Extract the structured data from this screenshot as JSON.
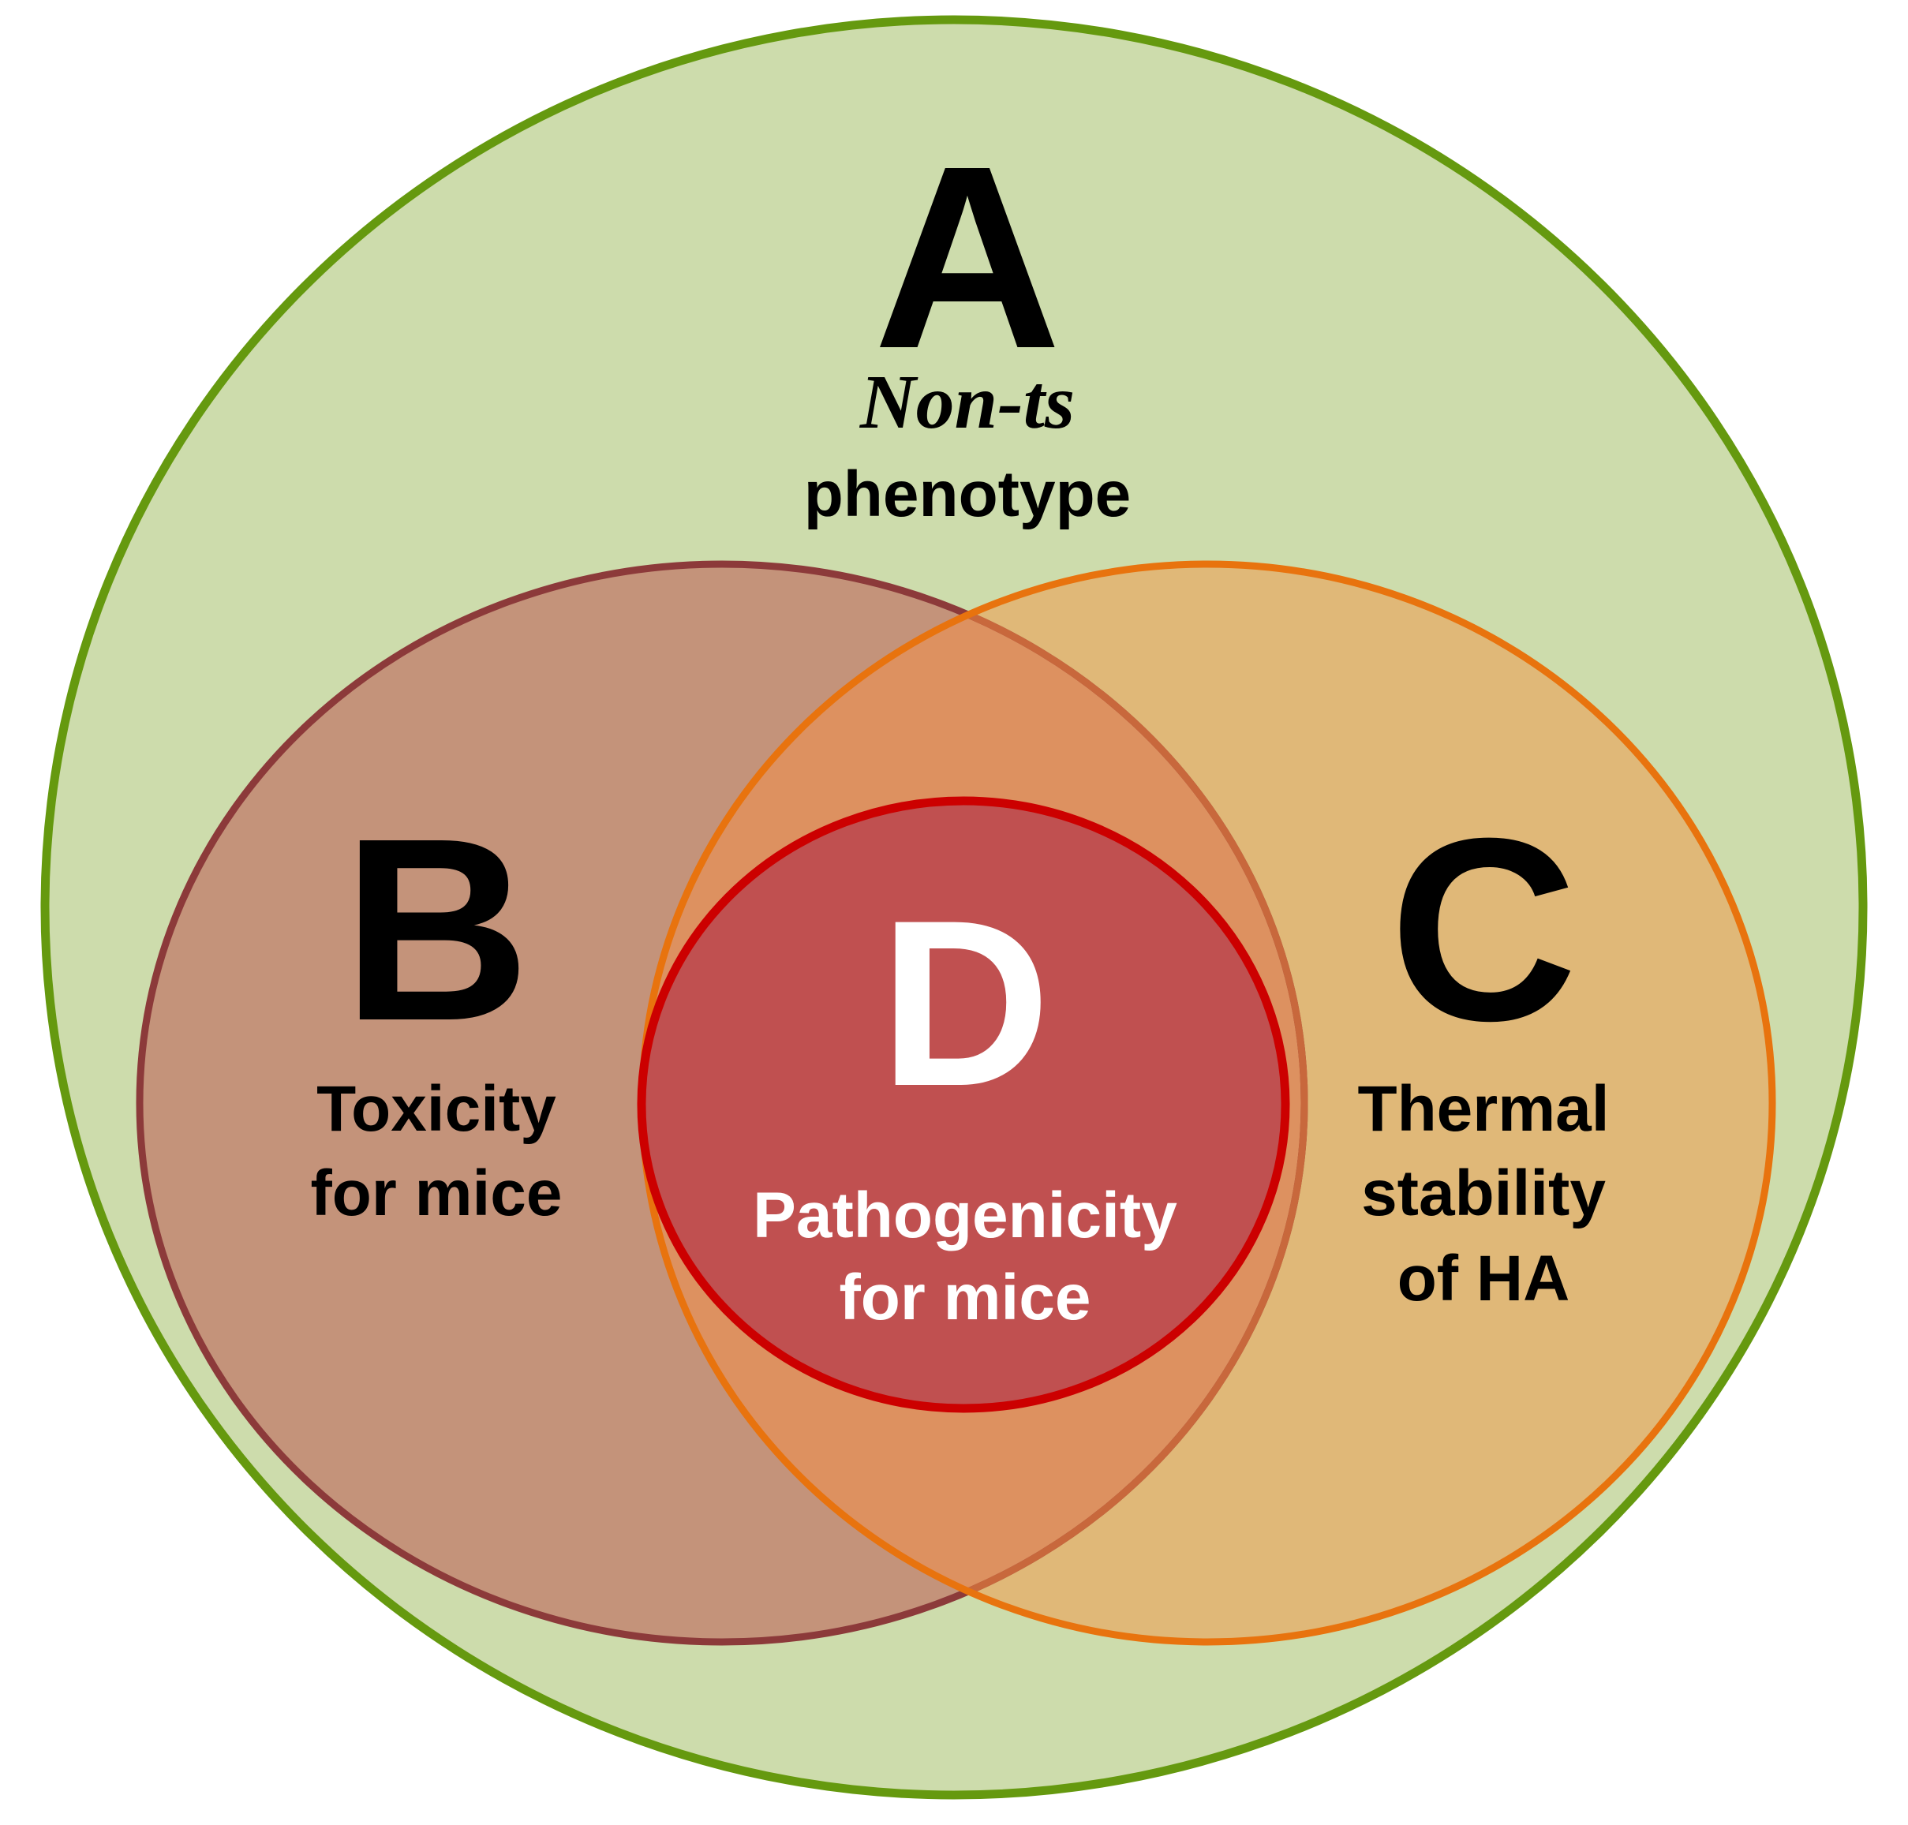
{
  "colors": {
    "set_a_fill": "#cddcac",
    "set_a_stroke": "#65990f",
    "set_b_fill": "#c4937a",
    "set_b_stroke": "#8c3a3a",
    "set_c_fill": "#e0b878",
    "set_c_stroke": "#e8730e",
    "set_d_fill": "#c05050",
    "set_d_stroke": "#cc0000",
    "overlap_bc_stroke": "#c8683c",
    "text_dark": "#000000",
    "text_light": "#ffffff"
  },
  "sets": {
    "a": {
      "letter": "A",
      "label_italic": "Non-ts",
      "label_line2": "phenotype"
    },
    "b": {
      "letter": "B",
      "label_line1": "Toxicity",
      "label_line2": "for mice"
    },
    "c": {
      "letter": "C",
      "label_line1": "Thermal",
      "label_line2": "stability",
      "label_line3": "of HA"
    },
    "d": {
      "letter": "D",
      "label_line1": "Pathogenicity",
      "label_line2": "for mice"
    }
  }
}
